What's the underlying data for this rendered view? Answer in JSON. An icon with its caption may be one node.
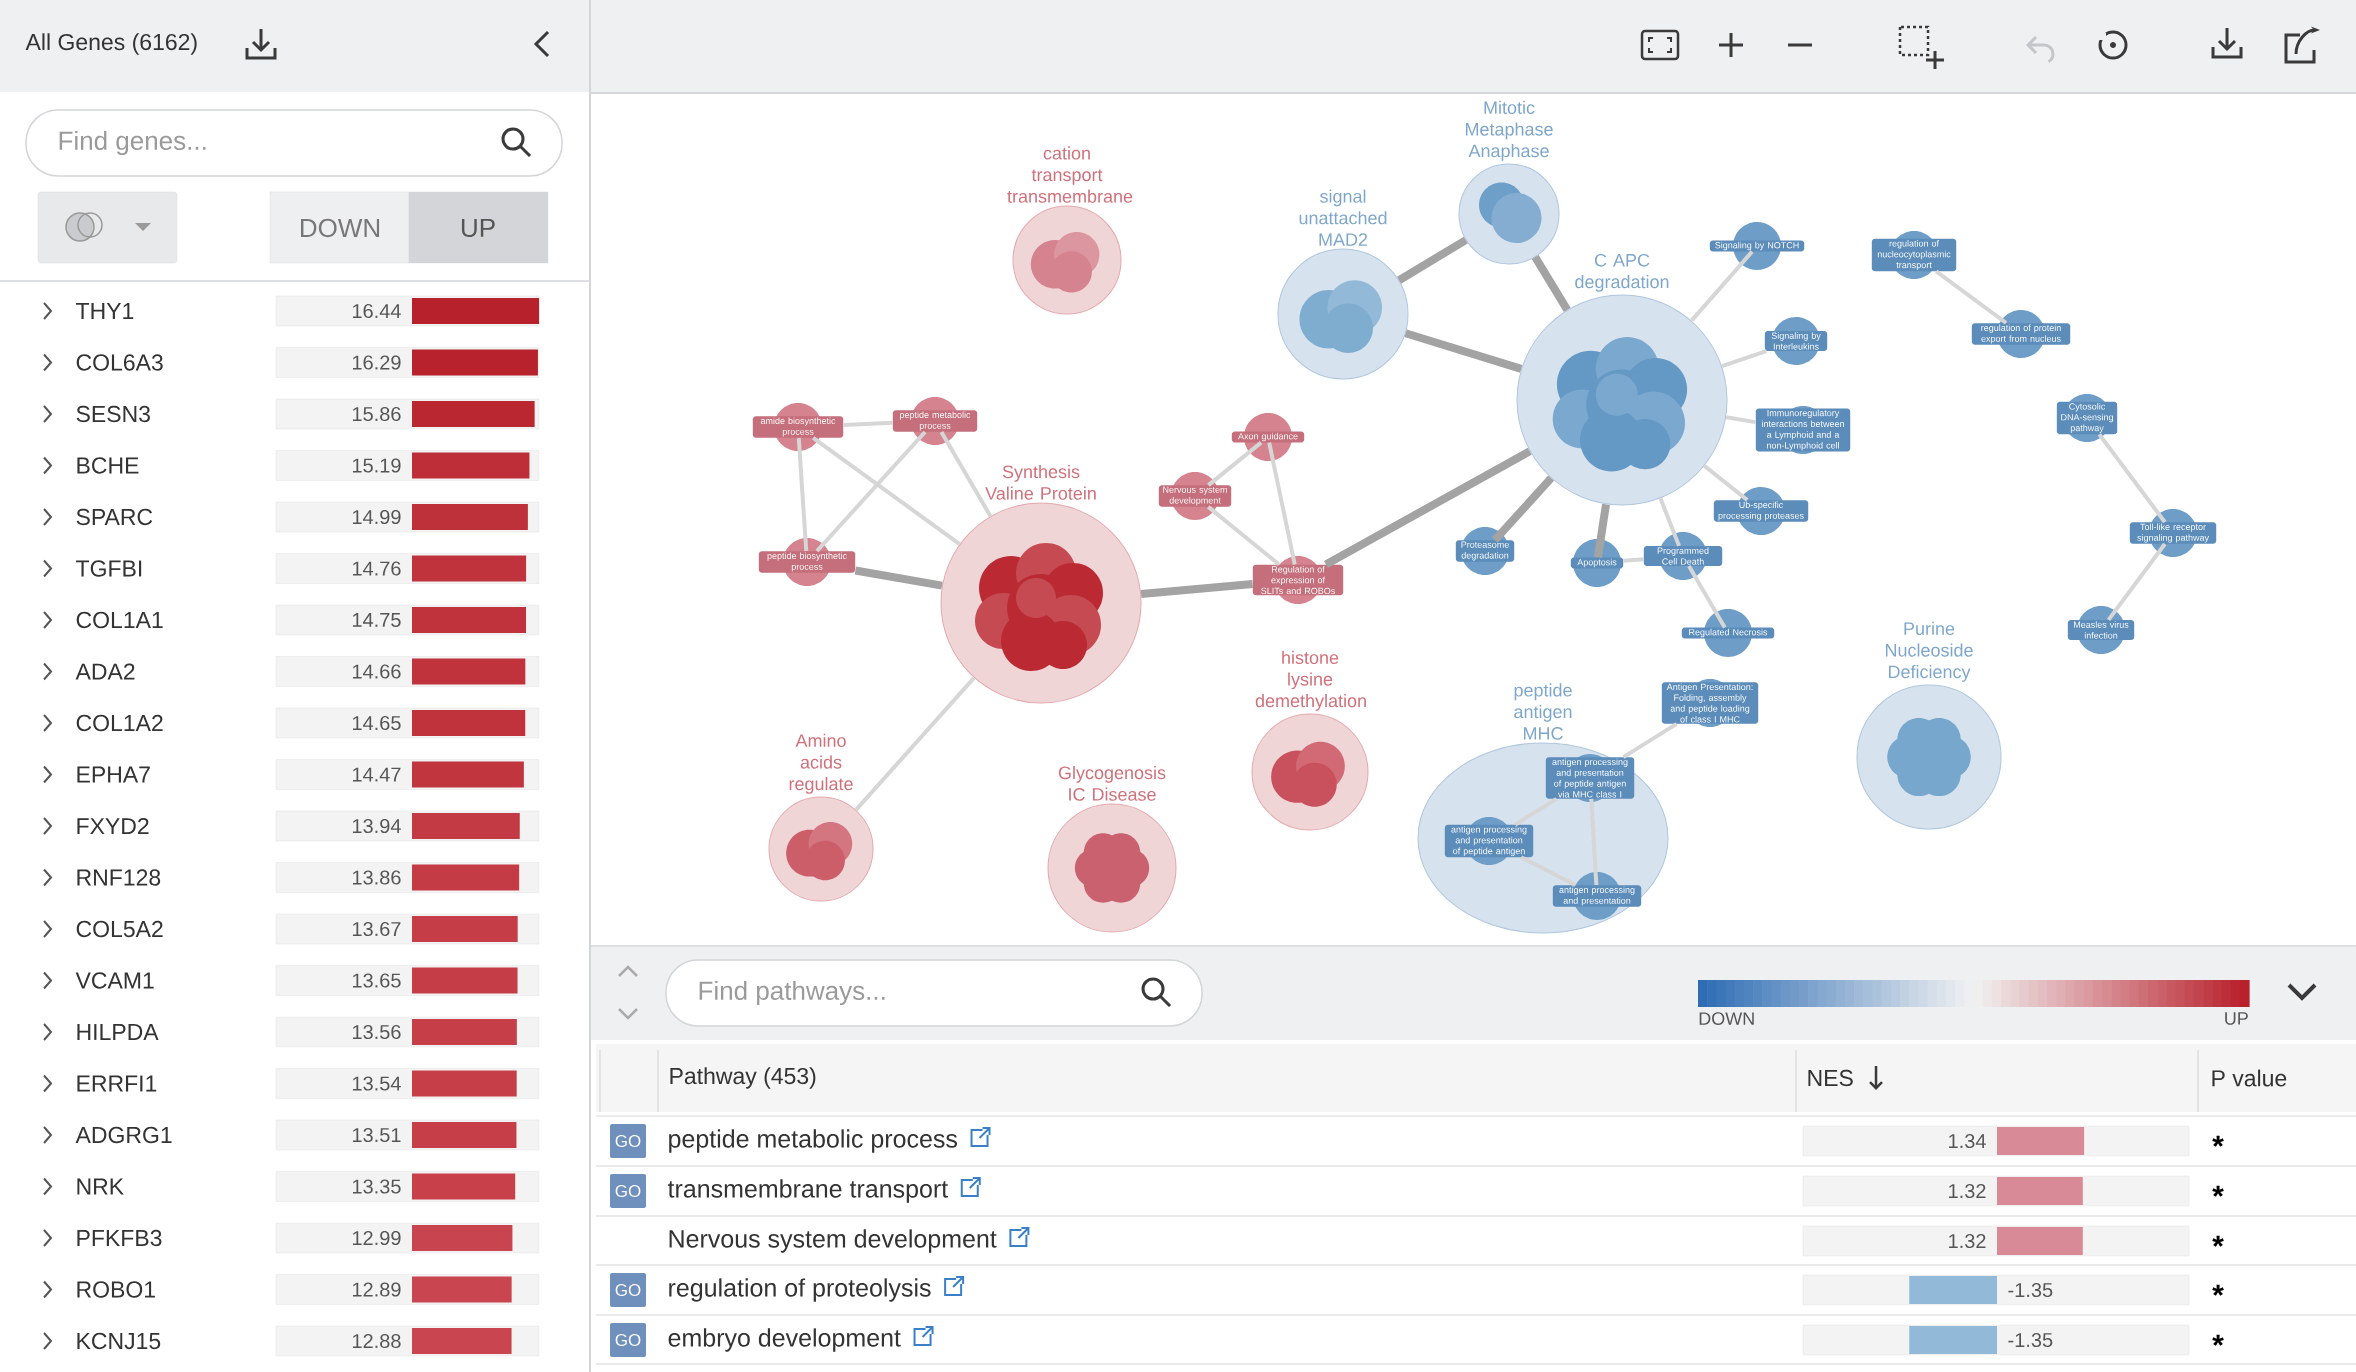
{
  "diagram": {
    "nodes": [
      {
        "text": [
          "cation transport transmembrane"
        ]
      },
      {
        "text": [
          "signal unattached MAD2"
        ]
      },
      {
        "text": [
          "Mitotic Metaphase Anaphase"
        ]
      },
      {
        "text": [
          "C APC degradation"
        ]
      },
      {
        "text": [
          "Signaling by NOTCH"
        ]
      },
      {
        "text": [
          "regulation of nucleocytoplasmic transport"
        ]
      },
      {
        "text": [
          "Signaling by Interleukins"
        ]
      },
      {
        "text": [
          "regulation of protein export from nucleus"
        ]
      },
      {
        "text": [
          "amide biosynthetic process"
        ]
      },
      {
        "text": [
          "peptide metabolic process"
        ]
      },
      {
        "text": [
          "Axon guidance"
        ]
      },
      {
        "text": [
          "Immunoregulatory interactions between a Lymphoid and a non-Lymphoid cell"
        ]
      },
      {
        "text": [
          "Cytosolic DNA-sensing pathway"
        ]
      },
      {
        "text": [
          "Synthesis Valine Protein"
        ]
      },
      {
        "text": [
          "Nervous system development"
        ]
      },
      {
        "text": [
          "Ub-specific processing proteases"
        ]
      },
      {
        "text": [
          "Toll-like receptor signaling pathway"
        ]
      },
      {
        "text": [
          "Proteasome degradation"
        ]
      },
      {
        "text": [
          "Programmed Cell Death"
        ]
      },
      {
        "text": [
          "peptide biosynthetic process"
        ]
      },
      {
        "text": [
          "Apoptosis"
        ]
      },
      {
        "text": [
          "Regulation of expression of SLITs and ROBOs"
        ]
      },
      {
        "text": [
          "Regulated Necrosis"
        ]
      },
      {
        "text": [
          "Measles virus infection"
        ]
      },
      {
        "text": [
          "histone lysine demethylation"
        ]
      },
      {
        "text": [
          "Purine Nucleoside Deficiency"
        ]
      },
      {
        "text": [
          "peptide antigen MHC"
        ]
      },
      {
        "text": [
          "antigen processing and presentation of peptide antigen via MHC class I"
        ],
        "in": 26
      },
      {
        "text": [
          "antigen processing and presentation of peptide antigen"
        ],
        "in": 26
      },
      {
        "text": [
          "antigen processing and presentation"
        ],
        "in": 26
      },
      {
        "text": [
          "Antigen Presentation: Folding, assembly and peptide loading of class I MHC"
        ]
      },
      {
        "text": [
          "Amino acids regulate"
        ]
      },
      {
        "text": [
          "Glycogenosis IC Disease"
        ]
      }
    ],
    "edges": [
      {
        "from": 8,
        "to": 9,
        "arrow": "none"
      },
      {
        "from": 8,
        "to": 19,
        "arrow": "none"
      },
      {
        "from": 9,
        "to": 19,
        "arrow": "none"
      },
      {
        "from": 8,
        "to": 13,
        "arrow": "none"
      },
      {
        "from": 9,
        "to": 13,
        "arrow": "none"
      },
      {
        "from": 19,
        "to": 13,
        "arrow": "none",
        "style": "thick",
        "color": "#a3a3a3"
      },
      {
        "from": 13,
        "to": 21,
        "arrow": "none",
        "style": "thick",
        "color": "#a3a3a3"
      },
      {
        "from": 14,
        "to": 10,
        "arrow": "none"
      },
      {
        "from": 14,
        "to": 21,
        "arrow": "none"
      },
      {
        "from": 10,
        "to": 21,
        "arrow": "none"
      },
      {
        "from": 21,
        "to": 3,
        "arrow": "none",
        "style": "thick",
        "color": "#a3a3a3"
      },
      {
        "from": 13,
        "to": 31,
        "arrow": "none"
      },
      {
        "from": 1,
        "to": 2,
        "arrow": "none",
        "style": "thick",
        "color": "#a3a3a3"
      },
      {
        "from": 1,
        "to": 3,
        "arrow": "none",
        "style": "thick",
        "color": "#a3a3a3"
      },
      {
        "from": 2,
        "to": 3,
        "arrow": "none",
        "style": "thick",
        "color": "#a3a3a3"
      },
      {
        "from": 3,
        "to": 4,
        "arrow": "none"
      },
      {
        "from": 3,
        "to": 6,
        "arrow": "none"
      },
      {
        "from": 3,
        "to": 11,
        "arrow": "none"
      },
      {
        "from": 3,
        "to": 15,
        "arrow": "none"
      },
      {
        "from": 3,
        "to": 17,
        "arrow": "none",
        "style": "thick",
        "color": "#a3a3a3"
      },
      {
        "from": 3,
        "to": 20,
        "arrow": "none",
        "style": "thick",
        "color": "#a3a3a3"
      },
      {
        "from": 3,
        "to": 18,
        "arrow": "none"
      },
      {
        "from": 20,
        "to": 18,
        "arrow": "none"
      },
      {
        "from": 18,
        "to": 22,
        "arrow": "none"
      },
      {
        "from": 5,
        "to": 7,
        "arrow": "none"
      },
      {
        "from": 12,
        "to": 16,
        "arrow": "none"
      },
      {
        "from": 16,
        "to": 23,
        "arrow": "none"
      },
      {
        "from": 30,
        "to": 27,
        "arrow": "none"
      },
      {
        "from": 27,
        "to": 28,
        "arrow": "none"
      },
      {
        "from": 27,
        "to": 29,
        "arrow": "none"
      },
      {
        "from": 28,
        "to": 29,
        "arrow": "none"
      }
    ],
    "labels": [
      "All Genes (6162)",
      "Find genes...",
      "DOWN",
      "UP",
      "THY1",
      "16.44",
      "COL6A3",
      "16.29",
      "SESN3",
      "15.86",
      "BCHE",
      "15.19",
      "SPARC",
      "14.99",
      "TGFBI",
      "14.76",
      "COL1A1",
      "14.75",
      "ADA2",
      "14.66",
      "COL1A2",
      "14.65",
      "EPHA7",
      "14.47",
      "FXYD2",
      "13.94",
      "RNF128",
      "13.86",
      "COL5A2",
      "13.67",
      "VCAM1",
      "13.65",
      "HILPDA",
      "13.56",
      "ERRFI1",
      "13.54",
      "ADGRG1",
      "13.51",
      "NRK",
      "13.35",
      "PFKFB3",
      "12.99",
      "ROBO1",
      "12.89",
      "KCNJ15",
      "12.88",
      "Find pathways...",
      "DOWN",
      "UP",
      "Pathway (453)",
      "NES",
      "P value",
      "GO",
      "peptide metabolic process",
      "1.34",
      "*",
      "GO",
      "transmembrane transport",
      "1.32",
      "*",
      "Nervous system development",
      "1.32",
      "*",
      "GO",
      "regulation of proteolysis",
      "-1.35",
      "*",
      "GO",
      "embryo development",
      "-1.35",
      "*"
    ]
  }
}
